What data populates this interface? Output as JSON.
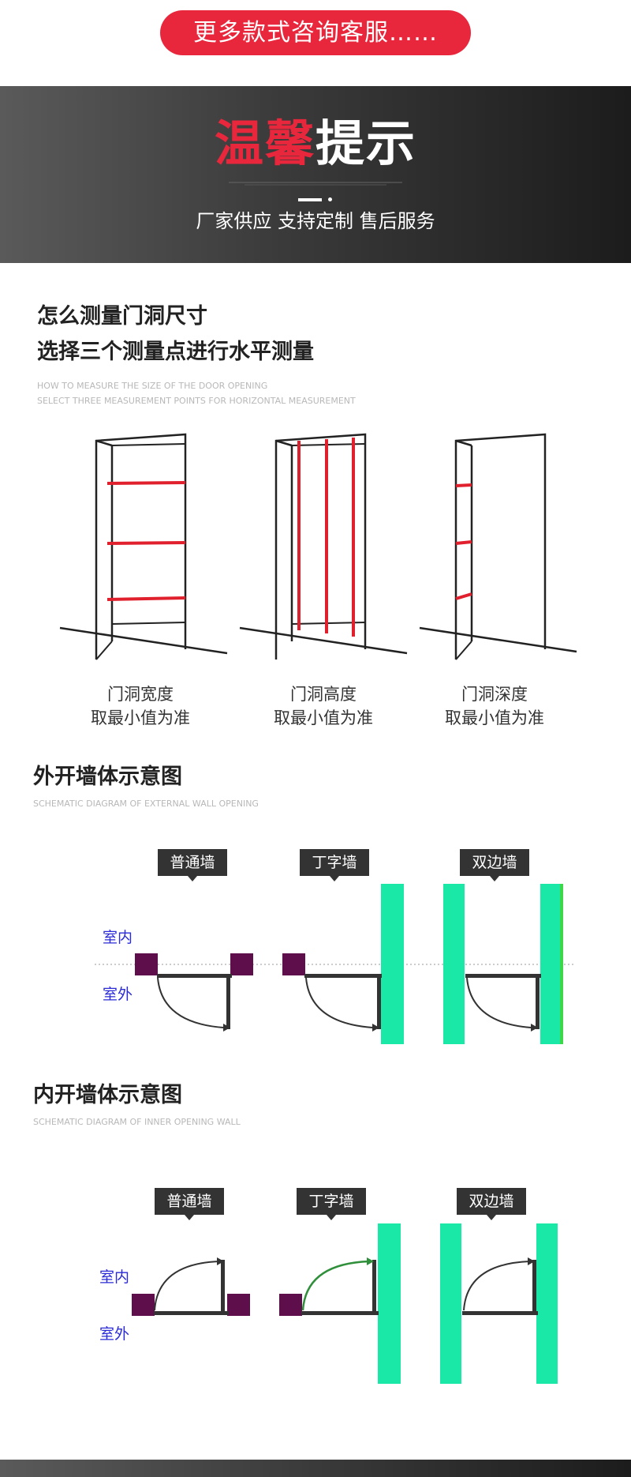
{
  "top_button": {
    "label": "更多款式咨询客服……"
  },
  "banner": {
    "title_red": "温馨",
    "title_white": "提示",
    "subtitle": "厂家供应 支持定制  售后服务"
  },
  "measure_section": {
    "heading_line1": "怎么测量门洞尺寸",
    "heading_line2": "选择三个测量点进行水平测量",
    "english_line1": "HOW TO MEASURE THE SIZE OF THE DOOR OPENING",
    "english_line2": "SELECT THREE MEASUREMENT POINTS FOR HORIZONTAL MEASUREMENT",
    "items": [
      {
        "caption_line1": "门洞宽度",
        "caption_line2": "取最小值为准"
      },
      {
        "caption_line1": "门洞高度",
        "caption_line2": "取最小值为准"
      },
      {
        "caption_line1": "门洞深度",
        "caption_line2": "取最小值为准"
      }
    ]
  },
  "external_section": {
    "heading": "外开墙体示意图",
    "english": "SCHEMATIC DIAGRAM OF EXTERNAL WALL OPENING",
    "tags": [
      "普通墙",
      "丁字墙",
      "双边墙"
    ],
    "indoor_label": "室内",
    "outdoor_label": "室外"
  },
  "internal_section": {
    "heading": "内开墙体示意图",
    "english": "SCHEMATIC DIAGRAM OF INNER OPENING WALL",
    "tags": [
      "普通墙",
      "丁字墙",
      "双边墙"
    ],
    "indoor_label": "室内",
    "outdoor_label": "室外"
  },
  "colors": {
    "accent_red": "#e8273c",
    "wall_green": "#19e8a6",
    "pillar_purple": "#5e0f4b",
    "label_blue": "#2a2ad6",
    "measure_red": "#e0202c"
  }
}
